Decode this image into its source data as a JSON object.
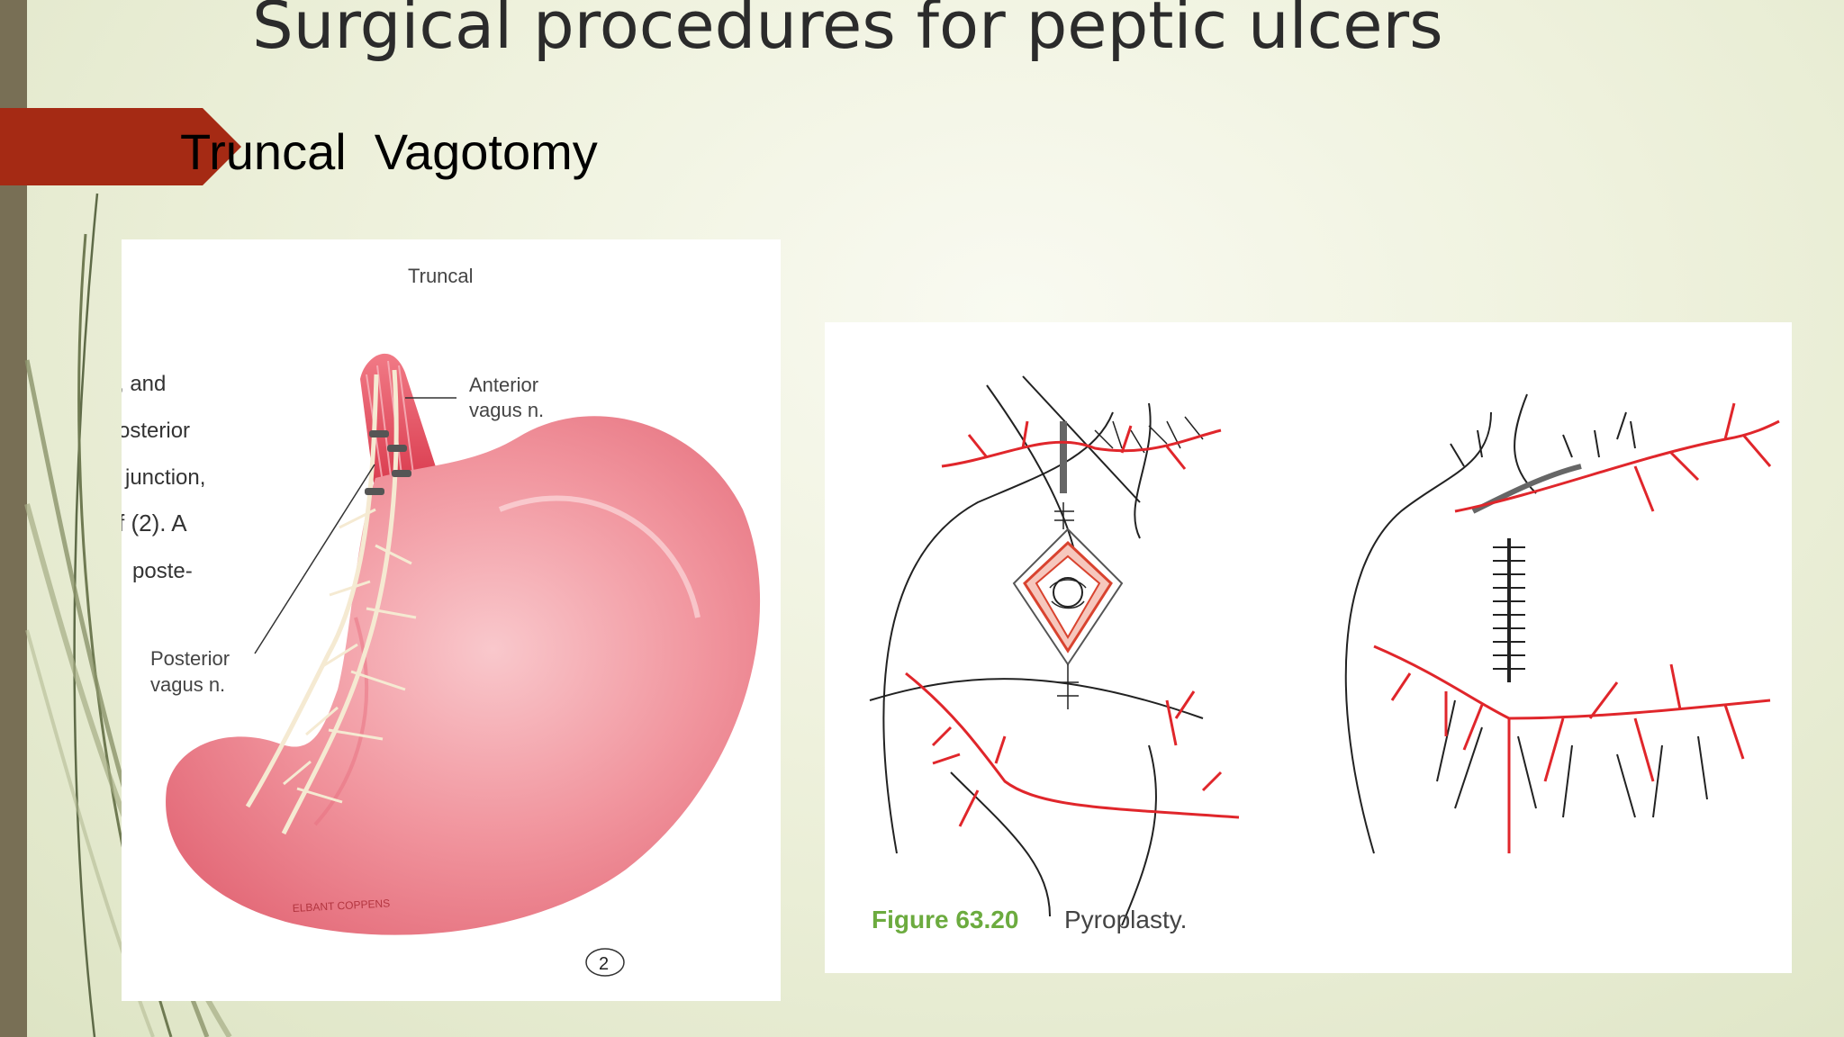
{
  "slide": {
    "title": "Surgical procedures for peptic ulcers",
    "subtitle": "Truncal  Vagotomy",
    "accent_color": "#a52a14",
    "band_color": "#786f55"
  },
  "figure_left": {
    "heading": "Truncal",
    "label_anterior_1": "Anterior",
    "label_anterior_2": "vagus n.",
    "label_posterior_1": "Posterior",
    "label_posterior_2": "vagus n.",
    "side_text": [
      ", and",
      "osterior",
      "junction,",
      "f (2). A",
      "poste-"
    ],
    "step_number": "2",
    "signature": "ELBANT COPPENS"
  },
  "figure_right": {
    "caption_number": "Figure 63.20",
    "caption_text": "Pyroplasty."
  }
}
